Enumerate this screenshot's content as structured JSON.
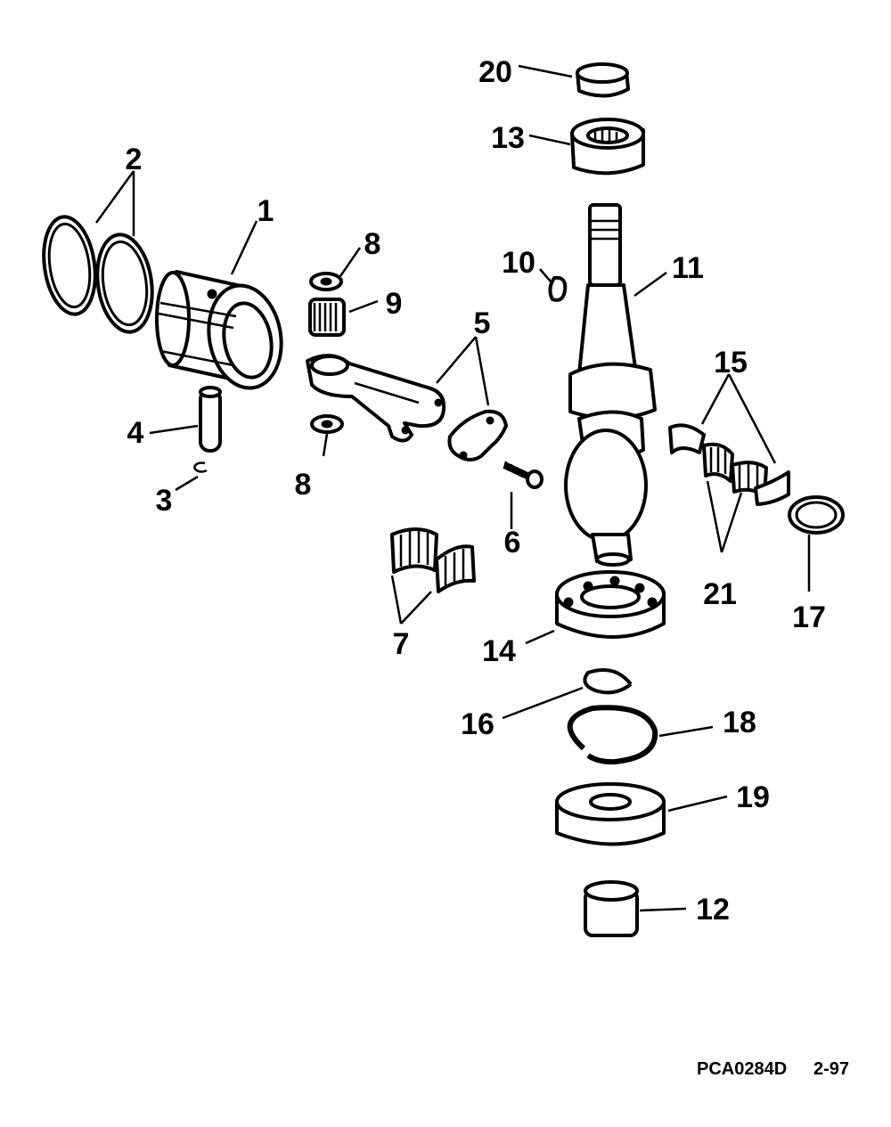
{
  "parts": {
    "p1": "1",
    "p2": "2",
    "p3": "3",
    "p4": "4",
    "p5": "5",
    "p6": "6",
    "p7": "7",
    "p8a": "8",
    "p8b": "8",
    "p9": "9",
    "p10": "10",
    "p11": "11",
    "p12": "12",
    "p13": "13",
    "p14": "14",
    "p15": "15",
    "p16": "16",
    "p17": "17",
    "p18": "18",
    "p19": "19",
    "p20": "20",
    "p21": "21"
  },
  "footer": {
    "code": "PCA0284D",
    "date": "2-97"
  }
}
